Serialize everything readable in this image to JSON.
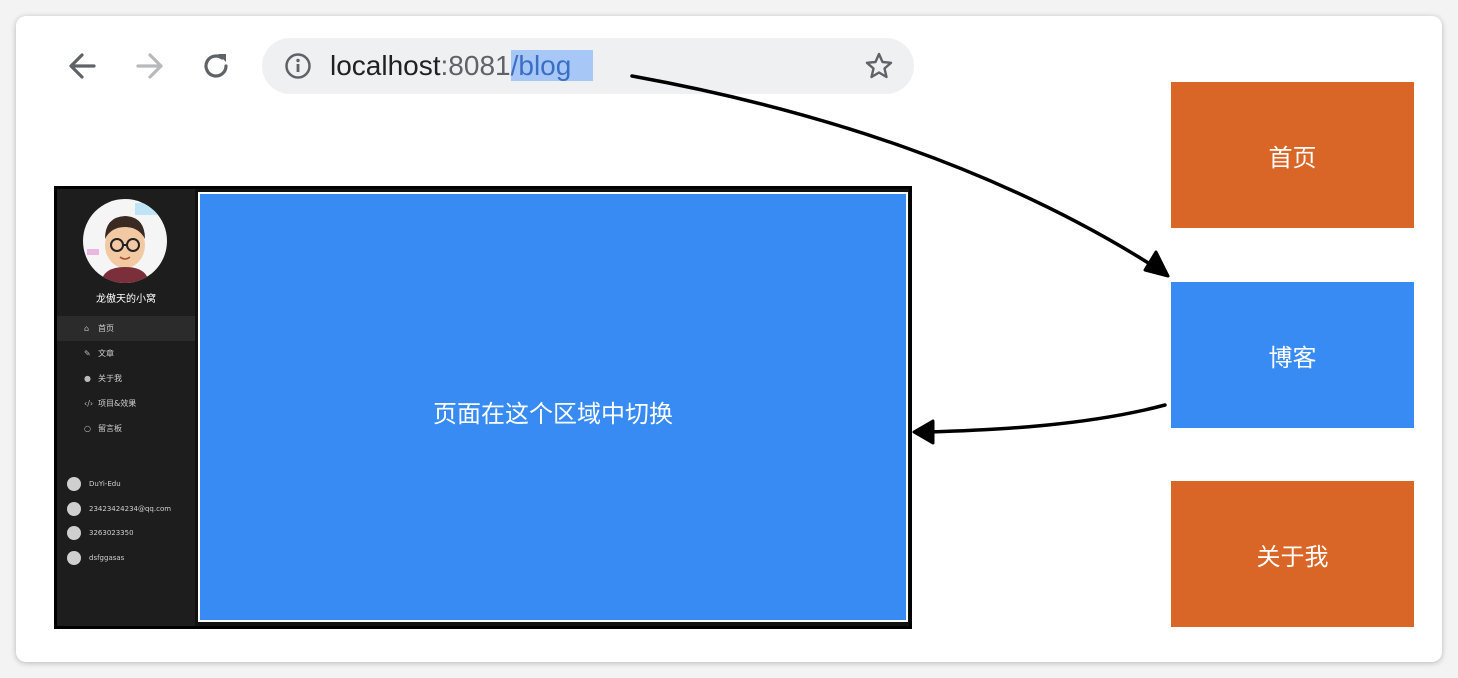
{
  "browser": {
    "url_host": "localhost",
    "url_port": ":8081",
    "url_path": "/blog"
  },
  "app": {
    "site_name": "龙傲天的小窝",
    "menu": [
      {
        "icon": "home-icon",
        "label": "首页",
        "active": true
      },
      {
        "icon": "blog-icon",
        "label": "文章",
        "active": false
      },
      {
        "icon": "about-icon",
        "label": "关于我",
        "active": false
      },
      {
        "icon": "code-icon",
        "label": "项目&效果",
        "active": false
      },
      {
        "icon": "chat-icon",
        "label": "留言板",
        "active": false
      }
    ],
    "contacts": [
      {
        "icon": "github-icon",
        "label": "DuYi-Edu"
      },
      {
        "icon": "mail-icon",
        "label": "23423424234@qq.com"
      },
      {
        "icon": "qq-icon",
        "label": "3263023350"
      },
      {
        "icon": "wechat-icon",
        "label": "dsfggasas"
      }
    ],
    "content_text": "页面在这个区域中切换"
  },
  "routes": [
    {
      "label": "首页",
      "color": "#d96527"
    },
    {
      "label": "博客",
      "color": "#388bf2"
    },
    {
      "label": "关于我",
      "color": "#d96527"
    }
  ]
}
